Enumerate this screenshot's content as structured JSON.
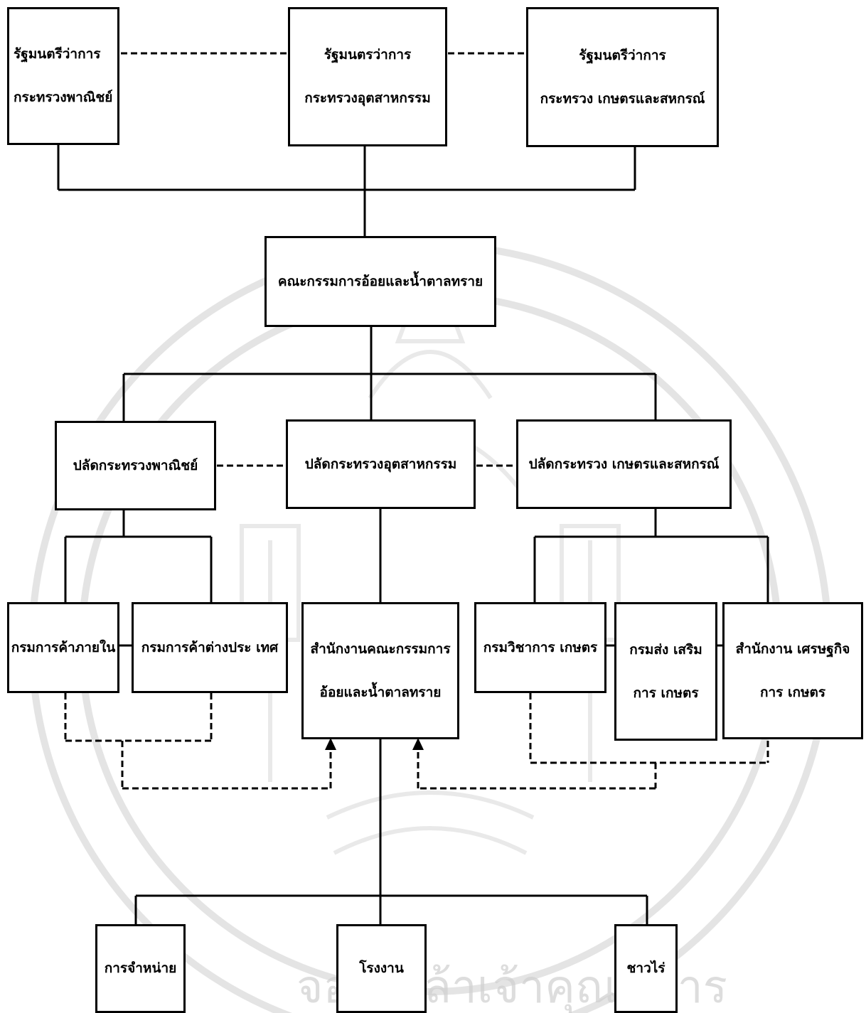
{
  "ministers": {
    "commerce": {
      "line1": "รัฐมนตรีว่าการ",
      "line2": "กระทรวงพาณิชย์"
    },
    "industry": {
      "line1": "รัฐมนตรว่าการ",
      "line2": "กระทรวงอุตสาหกรรม"
    },
    "agriculture": {
      "line1": "รัฐมนตรีว่าการ",
      "line2": "กระทรวง เกษตรและสหกรณ์"
    }
  },
  "board": {
    "label": "คณะกรรมการอ้อยและน้ำตาลทราย"
  },
  "permanent_secretaries": {
    "commerce": {
      "label": "ปลัดกระทรวงพาณิชย์"
    },
    "industry": {
      "label": "ปลัดกระทรวงอุตสาหกรรม"
    },
    "agriculture": {
      "label": "ปลัดกระทรวง เกษตรและสหกรณ์"
    }
  },
  "departments": {
    "internal_trade": {
      "label": "กรมการค้าภายใน"
    },
    "foreign_trade": {
      "label": "กรมการค้าต่างประ เทศ"
    },
    "ocsb": {
      "line1": "สำนักงานคณะกรรมการ",
      "line2": "อ้อยและน้ำตาลทราย"
    },
    "agri_academic": {
      "label": "กรมวิชาการ เกษตร"
    },
    "agri_extension": {
      "line1": "กรมส่ง เสริม",
      "line2": "การ เกษตร"
    },
    "agri_economics": {
      "line1": "สำนักงาน เศรษฐกิจ",
      "line2": "การ เกษตร"
    }
  },
  "bottom": {
    "distribution": {
      "label": "การจำหน่าย"
    },
    "factory": {
      "label": "โรงงาน"
    },
    "farmers": {
      "label": "ชาวไร่"
    }
  },
  "watermark": {
    "text": "จอมเกล้าเจ้าคุณทหาร"
  },
  "colors": {
    "line": "#000000",
    "watermark": "#c8c8c8",
    "background": "#ffffff"
  }
}
